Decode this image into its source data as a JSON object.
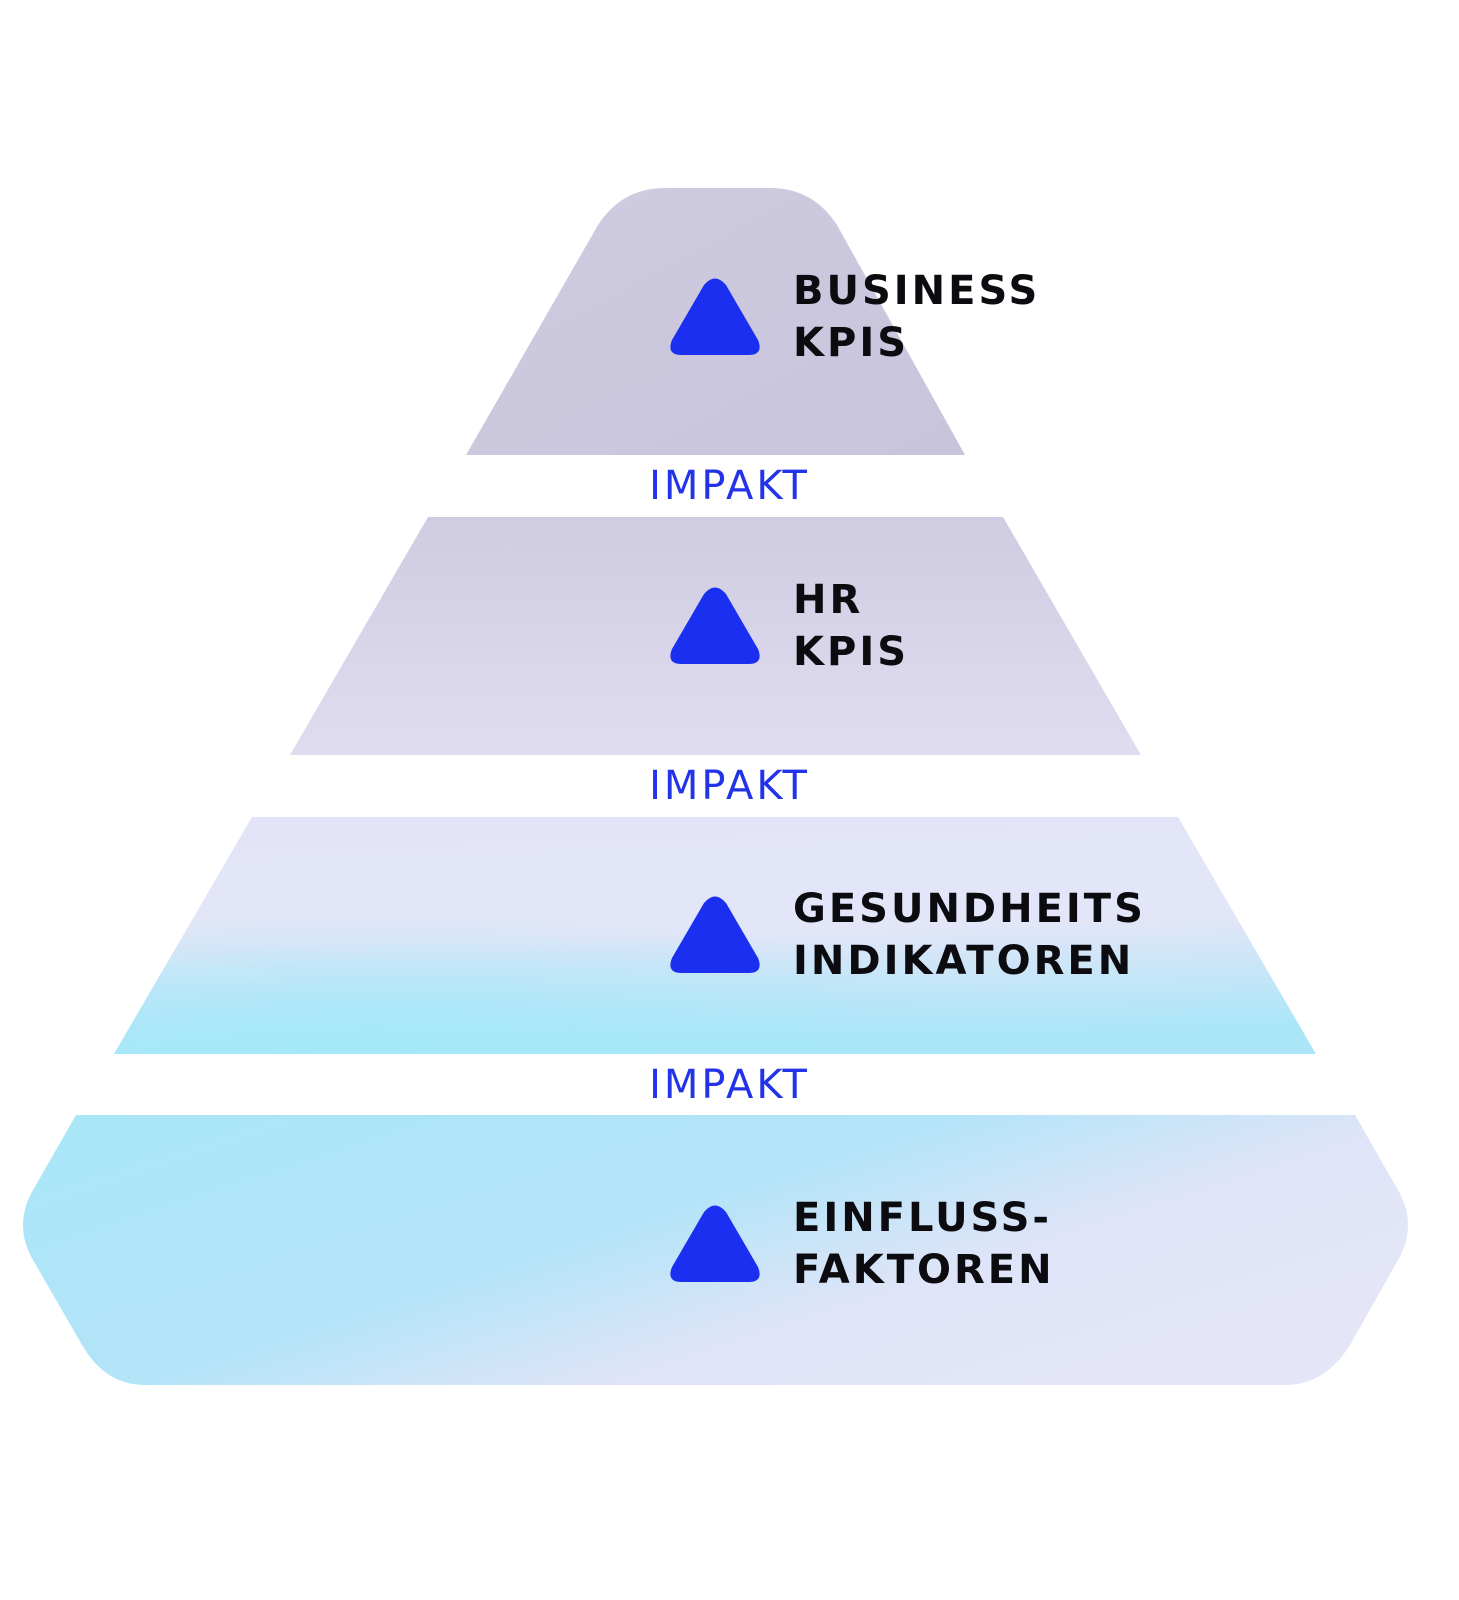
{
  "colors": {
    "tier_top": "#ccc9de",
    "tier_mid": "#d6d3e8",
    "tier_lavender": "#e6e6f8",
    "tier_cyan": "#a6e6f8",
    "icon": "#1a2ff0",
    "impakt_text": "#2233e8",
    "label_text": "#0b0b10"
  },
  "tiers": [
    {
      "line1": "BUSINESS",
      "line2": "KPIS",
      "icon": "triangle-icon"
    },
    {
      "line1": "HR",
      "line2": "KPIS",
      "icon": "triangle-icon"
    },
    {
      "line1": "GESUNDHEITS",
      "line2": "INDIKATOREN",
      "icon": "triangle-icon"
    },
    {
      "line1": "EINFLUSS-",
      "line2": "FAKTOREN",
      "icon": "triangle-icon"
    }
  ],
  "connectors": [
    "IMPAKT",
    "IMPAKT",
    "IMPAKT"
  ]
}
